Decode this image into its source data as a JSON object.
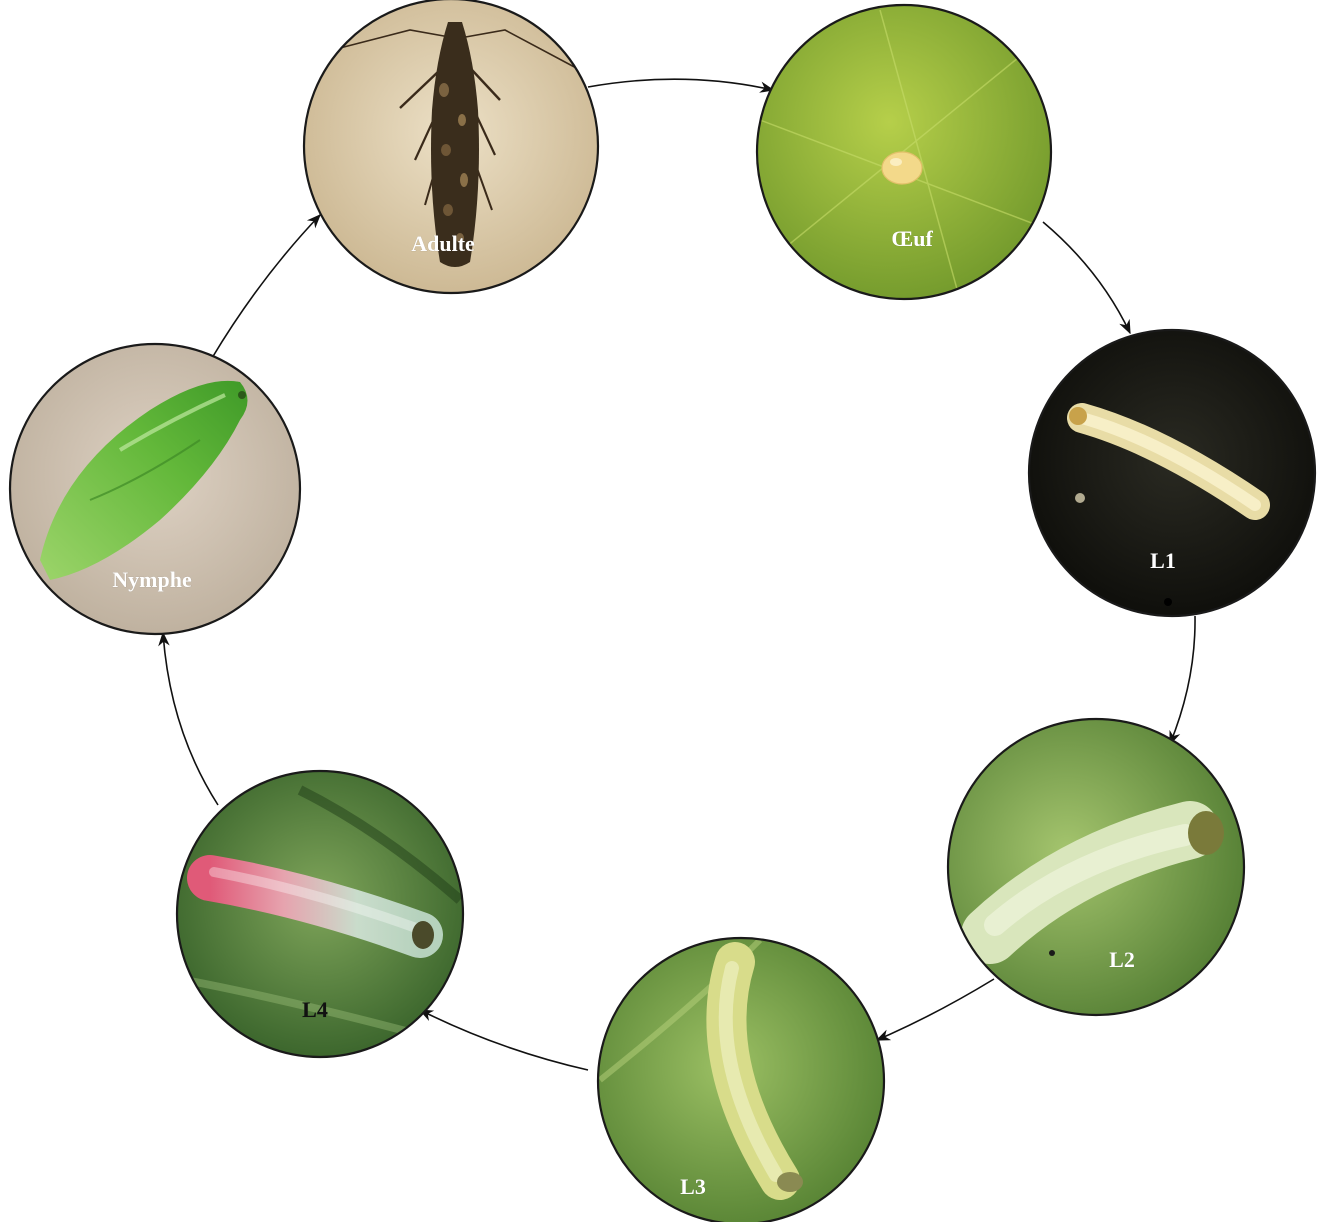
{
  "stages": {
    "adulte": {
      "label": "Adulte"
    },
    "oeuf": {
      "label": "Œuf"
    },
    "l1": {
      "label": "L1"
    },
    "l2": {
      "label": "L2"
    },
    "l3": {
      "label": "L3"
    },
    "l4": {
      "label": "L4"
    },
    "nymphe": {
      "label": "Nymphe"
    }
  },
  "colors": {
    "arrow": "#111111",
    "label_light": "#ffffff",
    "label_dark": "#111111"
  }
}
